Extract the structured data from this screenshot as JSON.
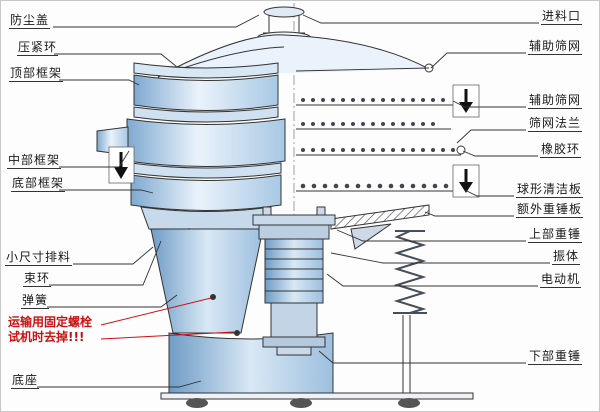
{
  "labels": {
    "left": {
      "dust_cover": "防尘盖",
      "clamping_ring": "压紧环",
      "top_frame": "顶部框架",
      "middle_frame": "中部框架",
      "bottom_frame": "底部框架",
      "small_size_discharge": "小尺寸排料",
      "bundle_ring": "束环",
      "spring": "弹簧",
      "base": "底座"
    },
    "right": {
      "feed_inlet": "进料口",
      "auxiliary_screen_top": "辅助筛网",
      "auxiliary_screen_mid": "辅助筛网",
      "screen_flange": "筛网法兰",
      "rubber_ring": "橡胶环",
      "ball_cleaning_plate": "球形清洁板",
      "extra_weight_plate": "额外重锤板",
      "upper_weight": "上部重锤",
      "vibrating_body": "振体",
      "electric_motor": "电动机",
      "lower_weight": "下部重锤"
    },
    "warning": {
      "line1": "运输用固定螺栓",
      "line2": "试机时去掉!!!"
    }
  },
  "colors": {
    "warning_text": "#cc1111",
    "outline": "#333333",
    "shading_light": "#dcebf7",
    "shading_dark": "#8fb8dd"
  }
}
